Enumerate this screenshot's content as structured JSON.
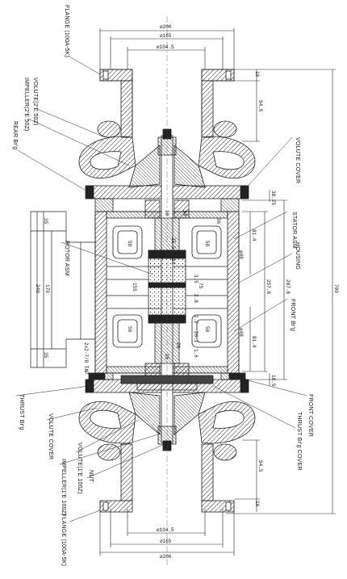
{
  "labels": {
    "flange_top": "FLANGE (100A-5K)",
    "volute_top": "VOLUTE(2'E 50Z)",
    "impeller_top": "IMPELLER(2'E 50Z)",
    "rear_brg": "REAR Br'g",
    "volute_cover_top": "VOLUTE COVER",
    "stator_asm": "STATOR ASM",
    "housing": "HOUSING",
    "rotor_asm": "ROTOR ASM",
    "front_brg": "FRONT Br'g",
    "front_cover": "FRONT COVER",
    "thrust_brg_cover": "THRUST Br'g COVER",
    "thrust_brg": "THRUST Br'g",
    "volute_cover_bottom": "VOLUTE COVER",
    "volute_bottom": "VOLUTE(1'E 100Z)",
    "impeller_bottom": "IMPELLER(1'E 100Z)",
    "nut": "NUT",
    "flange_bottom": "FLANGE (100A-5K)"
  },
  "dims": {
    "d200_top": "ø200",
    "d165_top": "ø165",
    "d104_top": "ø104.5",
    "d16_top": "16",
    "d94_top": "94.5",
    "d200_bottom": "ø200",
    "d165_bottom": "ø165",
    "d104_bottom": "ø104.5",
    "d16_bottom": "16",
    "d94_bottom": "94.5",
    "overall": "700",
    "d287": "287.8",
    "d257": "257.8",
    "d81a": "81.4",
    "d81b": "81.4",
    "d48a": "ø48",
    "d48b": "ø48",
    "d58a": "58",
    "d58b": "58",
    "d50a": "50",
    "d50b": "50",
    "d36": "36",
    "d75": "75",
    "d155": "155",
    "d240": "240",
    "d170": "170",
    "d35a": "35",
    "d35b": "35",
    "d3825": "38.25",
    "d185": "18.5",
    "d2x": "2x2-7/8 TAP",
    "s255": "25.5",
    "s24": "24",
    "s312": "3.5",
    "s28": "2.8",
    "s22": "2.2",
    "s16": "1.6",
    "s26": "26.1",
    "s28b": "28",
    "s34": "34",
    "s30": "30",
    "s15": "15"
  }
}
